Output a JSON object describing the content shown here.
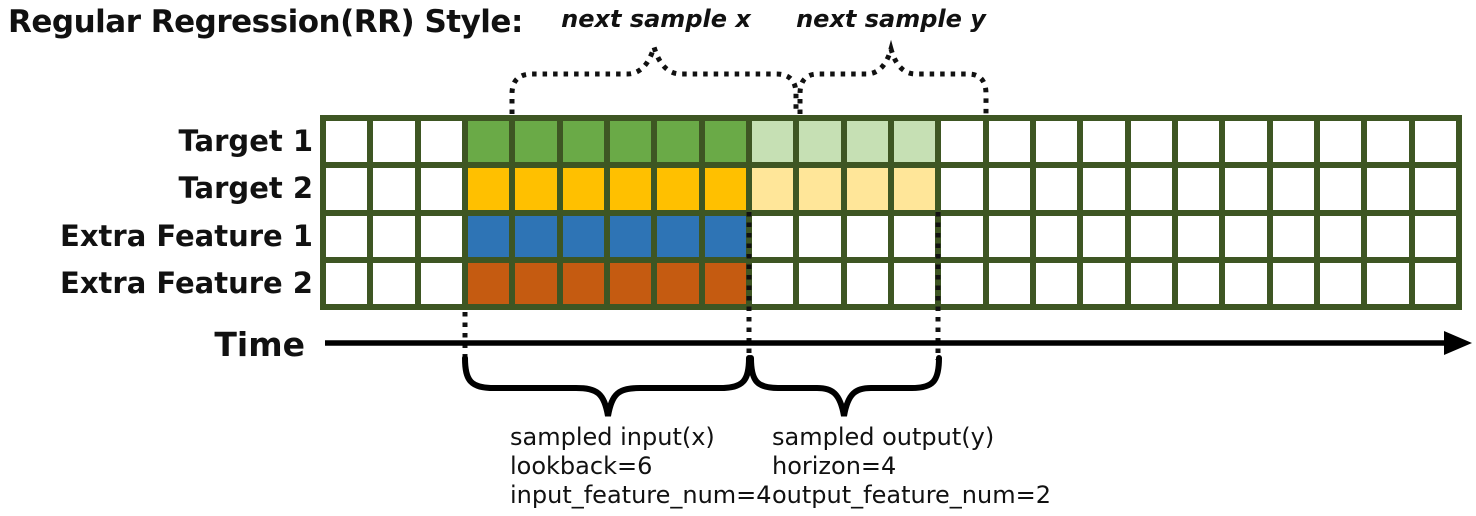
{
  "title": "Regular Regression(RR) Style:",
  "top_braces": {
    "next_sample_x_label": "next sample x",
    "next_sample_y_label": "next sample y"
  },
  "grid": {
    "columns": 24,
    "input_start_col": 4,
    "lookback": 6,
    "horizon": 4,
    "border_color": "#3e5623",
    "empty_cell_color": "#ffffff",
    "rows": [
      {
        "label": "Target 1",
        "input_fill": "#6aaa47",
        "output_fill": "#c6e0b4"
      },
      {
        "label": "Target 2",
        "input_fill": "#ffc000",
        "output_fill": "#ffe699"
      },
      {
        "label": "Extra Feature 1",
        "input_fill": "#2e74b5",
        "output_fill": null
      },
      {
        "label": "Extra Feature 2",
        "input_fill": "#c55b11",
        "output_fill": null
      }
    ]
  },
  "time_axis": {
    "label": "Time"
  },
  "annotations": {
    "input": {
      "line1": "sampled input(x)",
      "line2": "lookback=6",
      "line3": "input_feature_num=4"
    },
    "output": {
      "line1": "sampled output(y)",
      "line2": "horizon=4",
      "line3": "output_feature_num=2"
    }
  }
}
